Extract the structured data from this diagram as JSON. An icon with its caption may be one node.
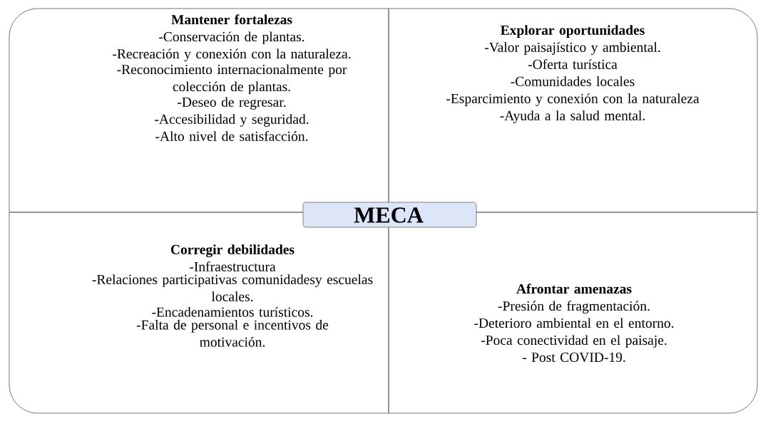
{
  "diagram": {
    "nodes": [
      {
        "text": [
          "Mantener fortalezas",
          "-Conservación de plantas.",
          "-Recreación y conexión con la naturaleza.",
          "-Reconocimiento internacionalmente por colección de plantas.",
          "-Deseo de regresar.",
          "-Accesibilidad y seguridad.",
          "-Alto nivel de satisfacción."
        ]
      },
      {
        "text": [
          "Explorar oportunidades",
          "-Valor paisajístico y ambiental.",
          "-Oferta turística",
          "-Comunidades locales",
          "-Esparcimiento y conexión con la naturaleza",
          "-Ayuda a la salud mental."
        ]
      },
      {
        "text": [
          "Corregir debilidades",
          "-Infraestructura",
          "-Relaciones participativas comunidadesy escuelas locales.",
          "-Encadenamientos turísticos.",
          "-Falta de personal e incentivos de motivación."
        ]
      },
      {
        "text": [
          "Afrontar amenazas",
          "-Presión de fragmentación.",
          "-Deterioro ambiental en el entorno.",
          "-Poca conectividad en el paisaje.",
          "- Post COVID-19."
        ]
      },
      {
        "text": [
          "MECA"
        ]
      }
    ]
  }
}
